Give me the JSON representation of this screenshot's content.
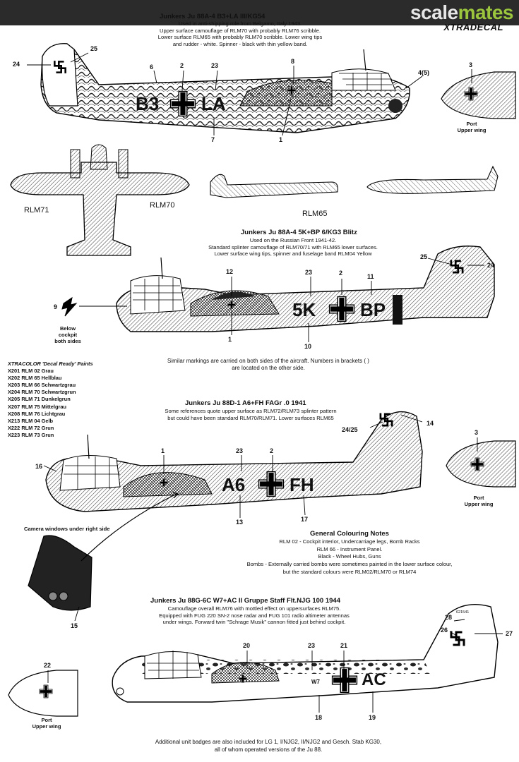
{
  "site_logo": {
    "part1": "scale",
    "part2": "mates"
  },
  "brand_logo": "XTRADECAL",
  "aircraft": [
    {
      "title": "Junkers Ju 88A-4  B3+LA III/KG54",
      "desc": [
        "Used in anti-shipping role from Belgamo, Italy 1943.",
        "Upper surface camouflage of RLM70 with probably RLM76 scribble.",
        "Lower surface RLM65 with probably RLM70 scribble. Lower wing tips",
        "and rudder - white. Spinner - black with thin yellow band."
      ],
      "code_left": "B3",
      "code_right": "LA",
      "callouts": [
        "25",
        "24",
        "6",
        "2",
        "23",
        "8",
        "4(5)",
        "7",
        "1"
      ]
    },
    {
      "title": "Junkers Ju 88A-4 5K+BP 6/KG3 Blitz",
      "desc": [
        "Used on the Russian Front 1941-42.",
        "Standard splinter camouflage of RLM70/71 with RLM65 lower surfaces.",
        "Lower surface wing tips, spinner and fuselage band RLM04 Yellow"
      ],
      "code_left": "5K",
      "code_right": "BP",
      "callouts": [
        "12",
        "23",
        "2",
        "11",
        "25",
        "24",
        "9",
        "1",
        "10"
      ]
    },
    {
      "title": "Junkers Ju 88D-1 A6+FH FAGr .0 1941",
      "desc": [
        "Some references quote upper surface as RLM72/RLM73 splinter pattern",
        "but could have been standard RLM70/RLM71. Lower surfaces RLM65"
      ],
      "code_left": "A6",
      "code_right": "FH",
      "callouts": [
        "1",
        "23",
        "2",
        "24/25",
        "14",
        "16",
        "13",
        "17",
        "15"
      ]
    },
    {
      "title": "Junkers Ju 88G-6C W7+AC II Gruppe Staff Flt.NJG 100 1944",
      "desc": [
        "Camouflage overall RLM76 with mottled effect on uppersurfaces RLM75.",
        "Equipped with FUG 220 SN-2 nose radar and FUG 101 radio altimeter antennas",
        "under wings. Forward twin \"Schrage Musik\" cannon fitted just behind cockpit."
      ],
      "code_left": "W7",
      "code_right": "AC",
      "callouts": [
        "28",
        "26",
        "27",
        "20",
        "23",
        "21",
        "22",
        "18",
        "19"
      ]
    }
  ],
  "plan_labels": [
    "RLM71",
    "RLM70",
    "RLM65"
  ],
  "wing_detail": {
    "num1": "3",
    "num2": "3",
    "num3": "22",
    "label": [
      "Port",
      "Upper wing"
    ]
  },
  "below_cockpit": [
    "Below",
    "cockpit",
    "both sides"
  ],
  "serial": "621541",
  "side_note": [
    "Similar markings are carried on both sides of the aircraft. Numbers in brackets ( )",
    "are located on the other side."
  ],
  "camera_note": "Camera windows under right side",
  "paints": {
    "title": "XTRACOLOR 'Decal Ready' Paints",
    "items": [
      "X201 RLM 02 Grau",
      "X202 RLM 65 Hellblau",
      "X203 RLM 66 Schwartzgrau",
      "X204 RLM 70 Schwartzgrun",
      "X205 RLM 71 Dunkelgrun",
      "X207 RLM 75 Mittelgrau",
      "X208 RLM 76 Lichtgrau",
      "X213 RLM 04 Gelb",
      "X222 RLM 72 Grun",
      "X223 RLM 73 Grun"
    ]
  },
  "general_notes": {
    "title": "General Colouring Notes",
    "lines": [
      "RLM 02 - Cockpit interior, Undercarriage legs, Bomb Racks",
      "RLM 66 - Instrument Panel.",
      "Black - Wheel Hubs, Guns",
      "Bombs - Externally carried bombs were sometimes painted in the lower surface colour,",
      "but the standard colours were RLM02/RLM70 or RLM74"
    ]
  },
  "footer": [
    "Additional  unit badges are also included for LG 1, I/NJG2, II/NJG2 and Gesch. Stab KG30,",
    "all of whom operated versions of the Ju 88."
  ],
  "colors": {
    "header_bar": "#2b2b2b",
    "logo_green": "#9bc53d",
    "ink": "#111111"
  }
}
